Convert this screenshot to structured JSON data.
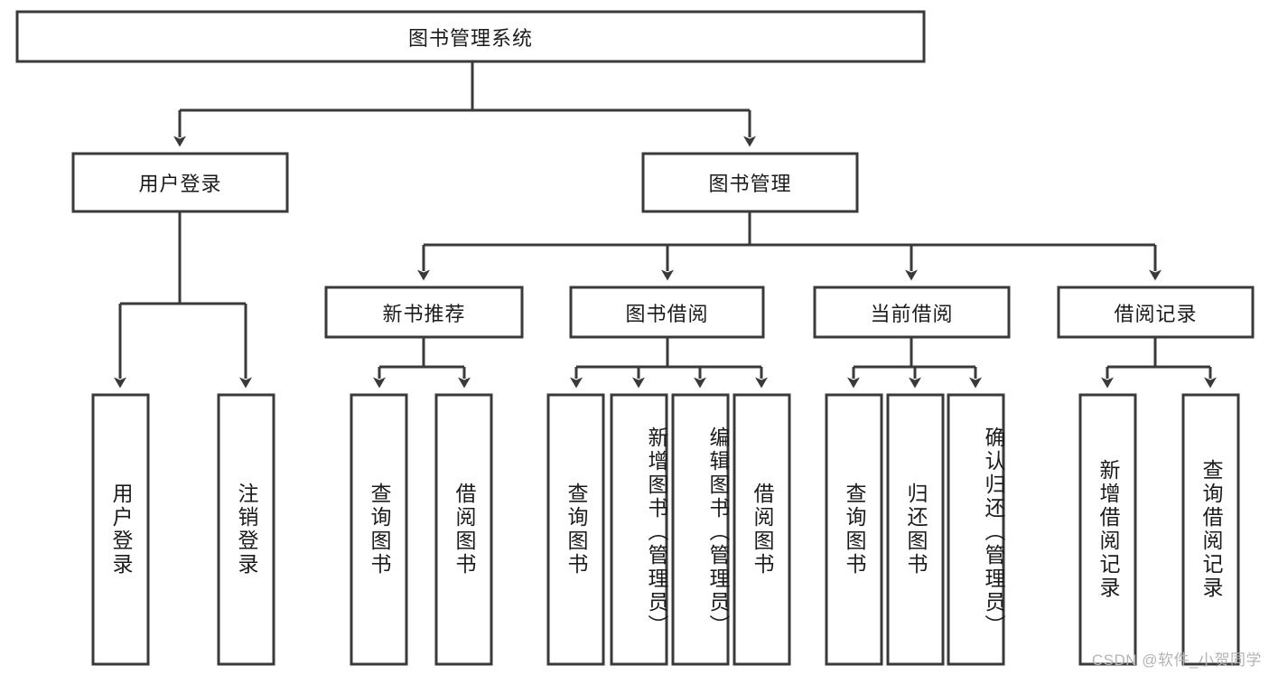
{
  "diagram": {
    "title": "图书管理系统",
    "type": "tree-hierarchy-diagram",
    "colors": {
      "box_stroke": "#3a3a3a",
      "box_fill": "#ffffff",
      "text": "#1b1b1b",
      "background": "#ffffff",
      "watermark": "#b4b4b4"
    },
    "root": {
      "label": "图书管理系统"
    },
    "level2": [
      {
        "key": "user-login",
        "label": "用户登录"
      },
      {
        "key": "book-management",
        "label": "图书管理"
      }
    ],
    "level3": [
      {
        "key": "new-book-recommend",
        "label": "新书推荐"
      },
      {
        "key": "book-borrow",
        "label": "图书借阅"
      },
      {
        "key": "current-borrow",
        "label": "当前借阅"
      },
      {
        "key": "borrow-record",
        "label": "借阅记录"
      }
    ],
    "leaves": {
      "user_login": [
        {
          "key": "user-login-leaf",
          "label": "用户登录"
        },
        {
          "key": "logout-leaf",
          "label": "注销登录"
        }
      ],
      "new_book_recommend": [
        {
          "key": "query-book-1",
          "label": "查询图书"
        },
        {
          "key": "borrow-book-1",
          "label": "借阅图书"
        }
      ],
      "book_borrow": [
        {
          "key": "query-book-2",
          "label": "查询图书"
        },
        {
          "key": "add-book-admin",
          "label": "新增图书（管理员）"
        },
        {
          "key": "edit-book-admin",
          "label": "编辑图书（管理员）"
        },
        {
          "key": "borrow-book-2",
          "label": "借阅图书"
        }
      ],
      "current_borrow": [
        {
          "key": "query-book-3",
          "label": "查询图书"
        },
        {
          "key": "return-book",
          "label": "归还图书"
        },
        {
          "key": "confirm-return-admin",
          "label": "确认归还（管理员）"
        }
      ],
      "borrow_record": [
        {
          "key": "add-borrow-record",
          "label": "新增借阅记录"
        },
        {
          "key": "query-borrow-record",
          "label": "查询借阅记录"
        }
      ]
    },
    "watermark": "CSDN @软件_小贺同学"
  }
}
